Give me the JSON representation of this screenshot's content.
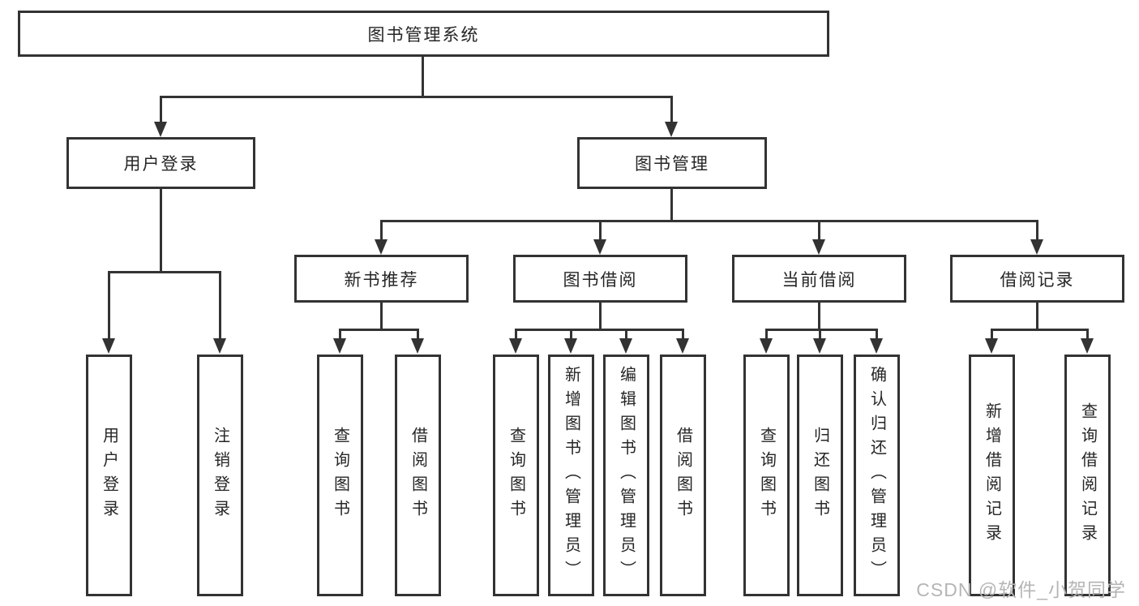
{
  "tree": {
    "label": "图书管理系统",
    "children": [
      {
        "label": "用户登录",
        "children": [
          {
            "label": "用户登录"
          },
          {
            "label": "注销登录"
          }
        ]
      },
      {
        "label": "图书管理",
        "children": [
          {
            "label": "新书推荐",
            "children": [
              {
                "label": "查询图书"
              },
              {
                "label": "借阅图书"
              }
            ]
          },
          {
            "label": "图书借阅",
            "children": [
              {
                "label": "查询图书"
              },
              {
                "label": "新增图书（管理员）"
              },
              {
                "label": "编辑图书（管理员）"
              },
              {
                "label": "借阅图书"
              }
            ]
          },
          {
            "label": "当前借阅",
            "children": [
              {
                "label": "查询图书"
              },
              {
                "label": "归还图书"
              },
              {
                "label": "确认归还（管理员）"
              }
            ]
          },
          {
            "label": "借阅记录",
            "children": [
              {
                "label": "新增借阅记录"
              },
              {
                "label": "查询借阅记录"
              }
            ]
          }
        ]
      }
    ]
  },
  "watermark": {
    "text": "CSDN @软件_小贺同学"
  },
  "colors": {
    "line": "#333333",
    "text": "#262626",
    "wm": "#b5b5b5",
    "bg": "#ffffff"
  }
}
